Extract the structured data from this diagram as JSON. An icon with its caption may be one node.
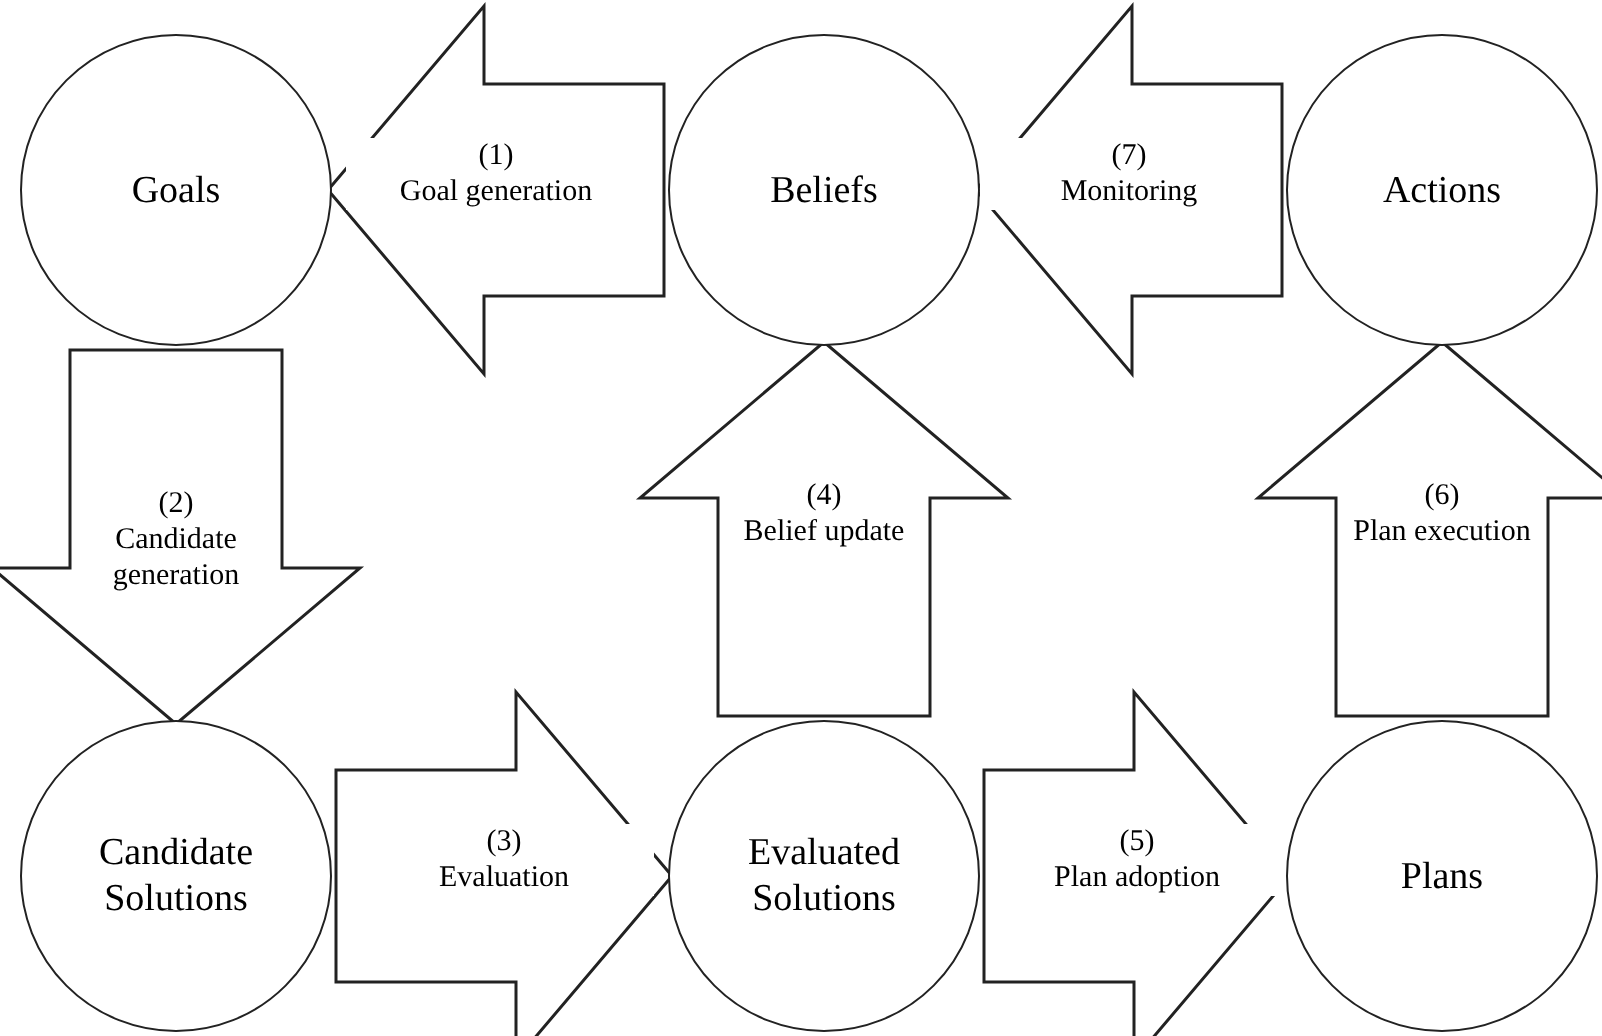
{
  "diagram": {
    "nodes": [
      {
        "text": [
          "Goals"
        ]
      },
      {
        "text": [
          "Beliefs"
        ]
      },
      {
        "text": [
          "Actions"
        ]
      },
      {
        "text": [
          "Candidate Solutions"
        ]
      },
      {
        "text": [
          "Evaluated Solutions"
        ]
      },
      {
        "text": [
          "Plans"
        ]
      }
    ],
    "edges": [
      {
        "from": 1,
        "to": 0,
        "arrow": "to",
        "label": "(1) Goal generation"
      },
      {
        "from": 0,
        "to": 3,
        "arrow": "to",
        "label": "(2) Candidate generation"
      },
      {
        "from": 3,
        "to": 4,
        "arrow": "to",
        "label": "(3) Evaluation"
      },
      {
        "from": 4,
        "to": 1,
        "arrow": "to",
        "label": "(4) Belief update"
      },
      {
        "from": 4,
        "to": 5,
        "arrow": "to",
        "label": "(5) Plan adoption"
      },
      {
        "from": 5,
        "to": 2,
        "arrow": "to",
        "label": "(6) Plan execution"
      },
      {
        "from": 2,
        "to": 1,
        "arrow": "to",
        "label": "(7) Monitoring"
      }
    ]
  }
}
